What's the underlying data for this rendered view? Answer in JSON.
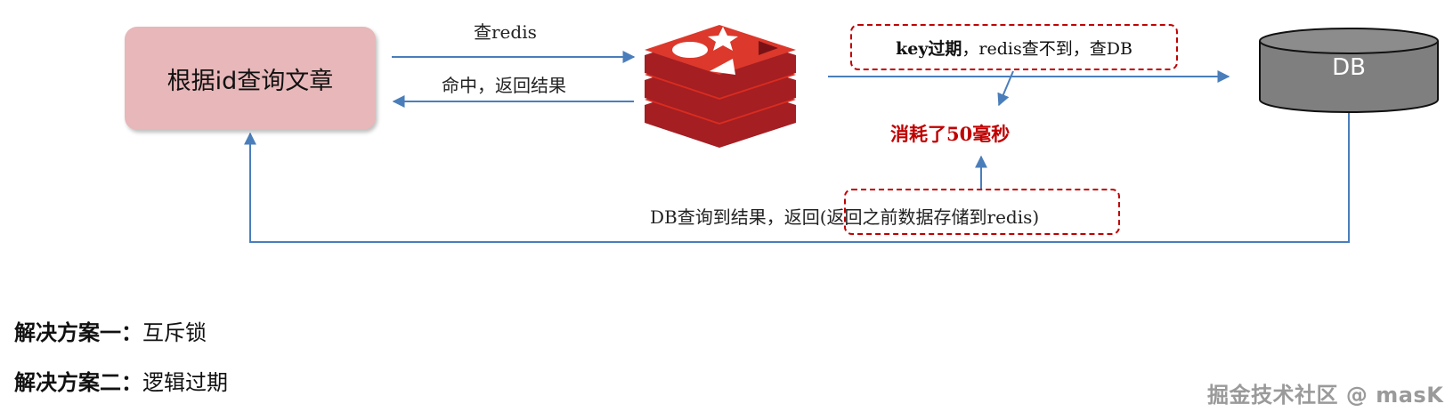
{
  "article_box": {
    "label": "根据id查询文章"
  },
  "edges": {
    "query_redis": "查redis",
    "hit_return": "命中，返回结果"
  },
  "miss_note": {
    "key_part": "key过期",
    "rest": "，redis查不到，查DB"
  },
  "cost_note": "消耗了50毫秒",
  "return_note": {
    "prefix": "DB查询到结果，返回",
    "boxed": "(返回之前数据存储到redis)"
  },
  "db": {
    "label": "DB"
  },
  "solutions": [
    {
      "key": "解决方案一：",
      "value": "互斥锁"
    },
    {
      "key": "解决方案二：",
      "value": "逻辑过期"
    }
  ],
  "watermark": "掘金技术社区 @ masK",
  "colors": {
    "arrow": "#4a7ebb",
    "redis_red": "#d32f2f",
    "dashed": "#c00000",
    "article_bg": "#e7b7b9",
    "db_fill": "#7f7f7f"
  },
  "icons": {
    "cache": "redis-logo-icon",
    "database": "database-cylinder-icon"
  }
}
